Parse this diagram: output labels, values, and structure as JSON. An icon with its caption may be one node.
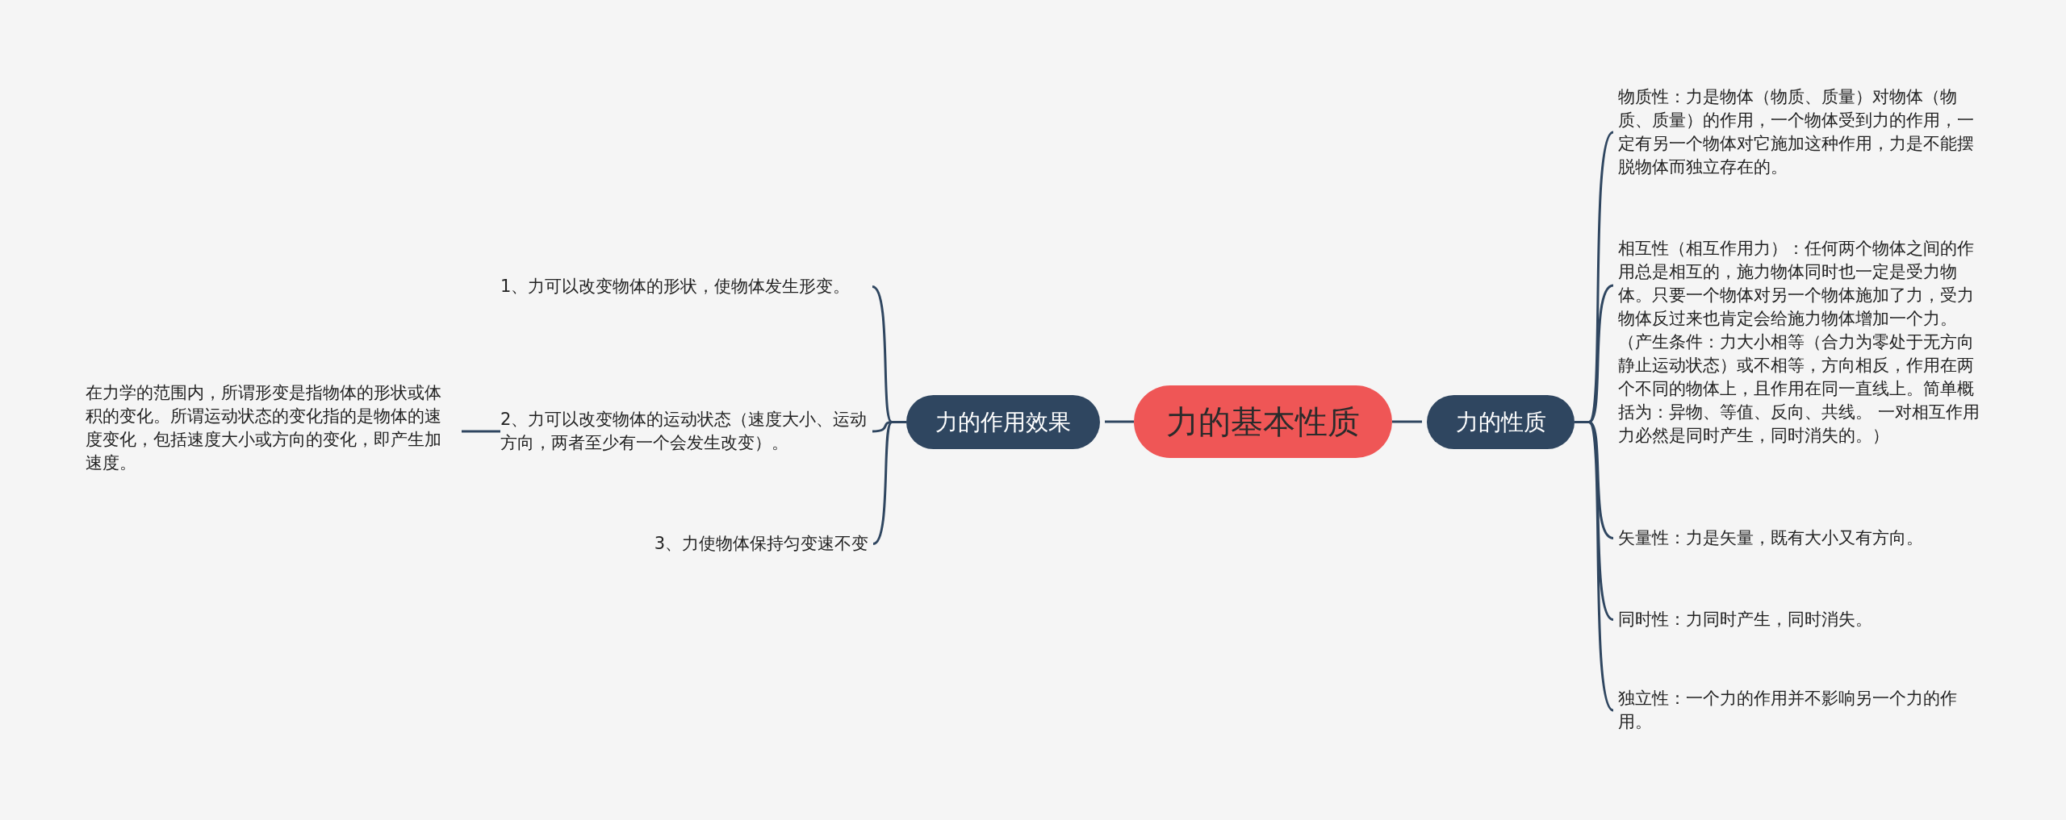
{
  "diagram": {
    "nodes": [
      {
        "text": [
          "力的基本性质"
        ]
      },
      {
        "text": [
          "力的作用效果"
        ]
      },
      {
        "text": [
          "1、力可以改变物体的形状，使物体发生形变。"
        ]
      },
      {
        "text": [
          "2、力可以改变物体的运动状态（速度大小、运动方向，两者至少有一个会发生改变）。"
        ]
      },
      {
        "text": [
          "在力学的范围内，所谓形变是指物体的形状或体积的变化。所谓运动状态的变化指的是物体的速度变化，包括速度大小或方向的变化，即产生加速度。"
        ]
      },
      {
        "text": [
          "3、力使物体保持匀变速不变"
        ]
      },
      {
        "text": [
          "力的性质"
        ]
      },
      {
        "text": [
          "物质性：力是物体（物质、质量）对物体（物质、质量）的作用，一个物体受到力的作用，一定有另一个物体对它施加这种作用，力是不能摆脱物体而独立存在的。"
        ]
      },
      {
        "text": [
          "相互性（相互作用力）：任何两个物体之间的作用总是相互的，施力物体同时也一定是受力物体。只要一个物体对另一个物体施加了力，受力物体反过来也肯定会给施力物体增加一个力。（产生条件：力大小相等（合力为零处于无方向静止运动状态）或不相等，方向相反，作用在两个不同的物体上，且作用在同一直线上。简单概括为：异物、等值、反向、共线。 一对相互作用力必然是同时产生，同时消失的。）"
        ]
      },
      {
        "text": [
          "矢量性：力是矢量，既有大小又有方向。"
        ]
      },
      {
        "text": [
          "同时性：力同时产生，同时消失。"
        ]
      },
      {
        "text": [
          "独立性：一个力的作用并不影响另一个力的作用。"
        ]
      }
    ],
    "edges": [
      {
        "from": 0,
        "to": 1,
        "arrow": "none"
      },
      {
        "from": 1,
        "to": 2,
        "arrow": "none"
      },
      {
        "from": 1,
        "to": 3,
        "arrow": "none"
      },
      {
        "from": 1,
        "to": 5,
        "arrow": "none"
      },
      {
        "from": 3,
        "to": 4,
        "arrow": "none"
      },
      {
        "from": 0,
        "to": 6,
        "arrow": "none"
      },
      {
        "from": 6,
        "to": 7,
        "arrow": "none"
      },
      {
        "from": 6,
        "to": 8,
        "arrow": "none"
      },
      {
        "from": 6,
        "to": 9,
        "arrow": "none"
      },
      {
        "from": 6,
        "to": 10,
        "arrow": "none"
      },
      {
        "from": 6,
        "to": 11,
        "arrow": "none"
      }
    ]
  }
}
